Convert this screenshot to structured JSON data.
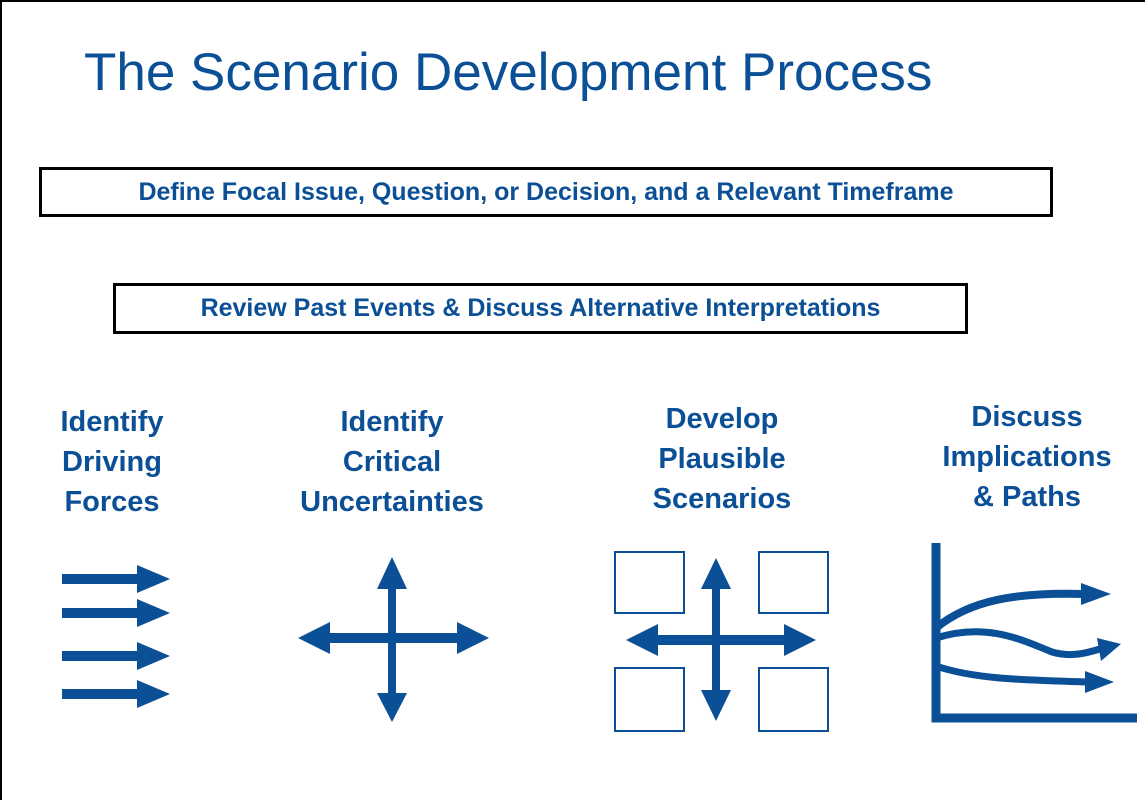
{
  "title": "The Scenario Development Process",
  "boxes": [
    "Define Focal Issue, Question, or Decision, and a Relevant Timeframe",
    "Review Past Events & Discuss Alternative Interpretations"
  ],
  "steps": [
    {
      "lines": [
        "Identify",
        "Driving",
        "Forces"
      ],
      "icon": "parallel-arrows-icon"
    },
    {
      "lines": [
        "Identify",
        "Critical",
        "Uncertainties"
      ],
      "icon": "cross-arrows-icon"
    },
    {
      "lines": [
        "Develop",
        "Plausible",
        "Scenarios"
      ],
      "icon": "quadrant-scenarios-icon"
    },
    {
      "lines": [
        "Discuss",
        "Implications",
        "& Paths"
      ],
      "icon": "diverging-paths-icon"
    }
  ],
  "colors": {
    "accent": "#0b4f96",
    "border": "#000000"
  }
}
